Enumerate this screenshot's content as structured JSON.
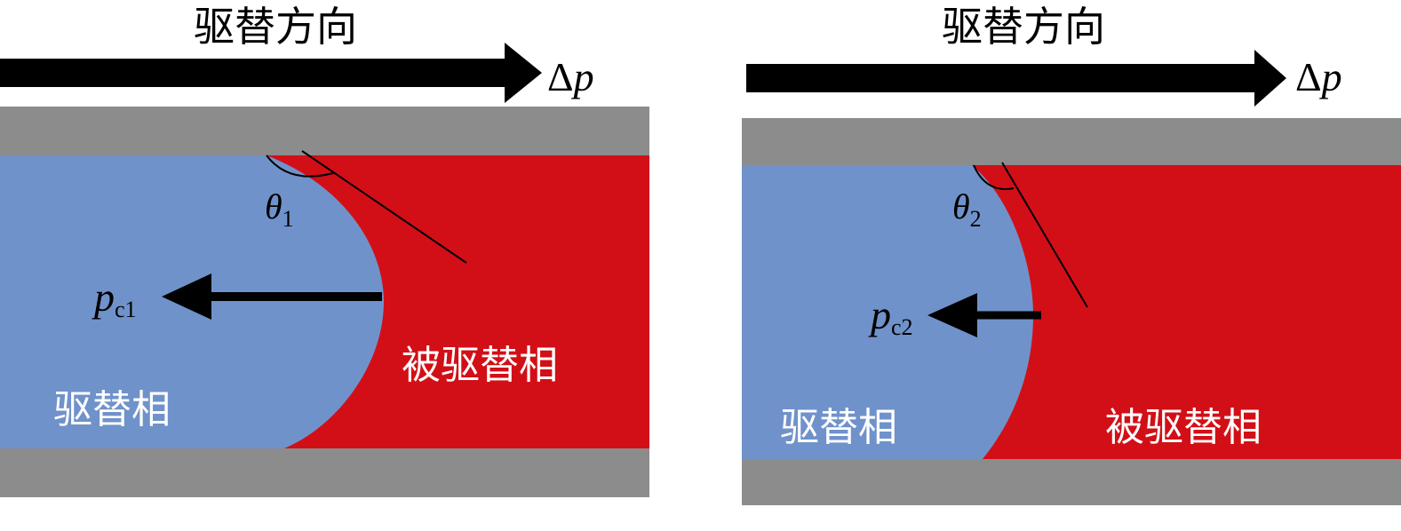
{
  "colors": {
    "wall": "#8c8c8c",
    "displacing_phase": "#7092ca",
    "displaced_phase": "#d20f17",
    "arrow": "#000000",
    "label_on_fill": "#ffffff",
    "label_dark": "#000000"
  },
  "panels": [
    {
      "direction_label": "驱替方向",
      "pressure_symbol": "Δp",
      "angle_symbol": "θ",
      "angle_index": "1",
      "capillary_symbol": "p",
      "capillary_subscript": "c1",
      "displacing_label": "驱替相",
      "displaced_label": "被驱替相"
    },
    {
      "direction_label": "驱替方向",
      "pressure_symbol": "Δp",
      "angle_symbol": "θ",
      "angle_index": "2",
      "capillary_symbol": "p",
      "capillary_subscript": "c2",
      "displacing_label": "驱替相",
      "displaced_label": "被驱替相"
    }
  ]
}
